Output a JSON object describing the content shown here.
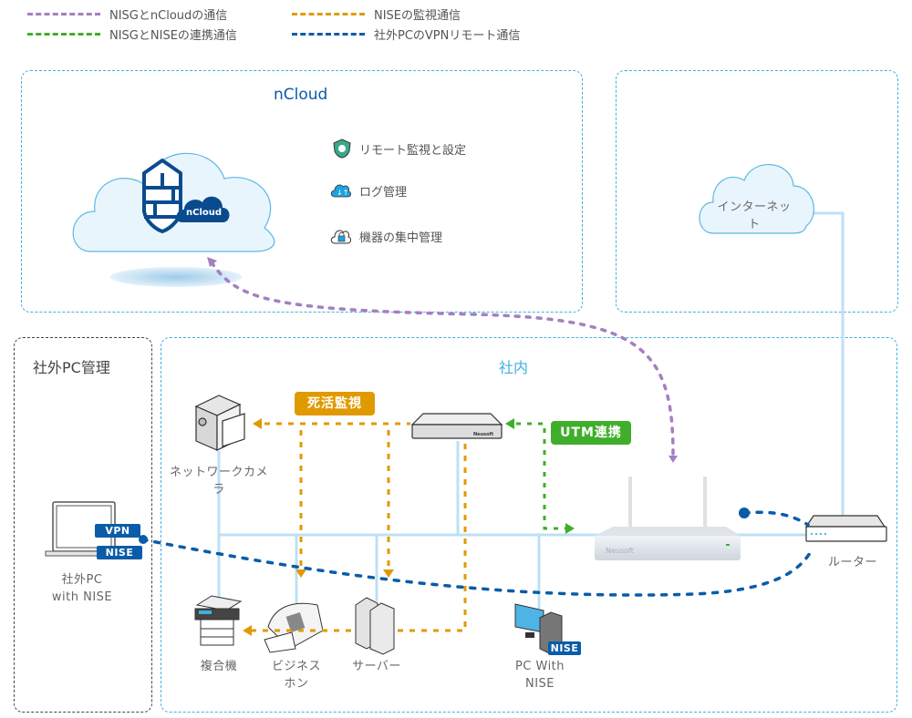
{
  "legend": [
    {
      "label": "NISGとnCloudの通信",
      "color": "#a57fc0"
    },
    {
      "label": "NISEの監視通信",
      "color": "#e09a00"
    },
    {
      "label": "NISGとNISEの連携通信",
      "color": "#3fae2a"
    },
    {
      "label": "社外PCのVPNリモート通信",
      "color": "#0a5ca8"
    }
  ],
  "zones": {
    "ncloud": {
      "title": "nCloud",
      "color": "#0a5ca8"
    },
    "internet_zone": {
      "title": ""
    },
    "external": {
      "title": "社外PC管理"
    },
    "internal": {
      "title": "社内",
      "color": "#3fb0e0"
    }
  },
  "ncloud": {
    "logo_text": "nCloud",
    "features": [
      {
        "icon": "shield-search-icon",
        "label": "リモート監視と設定"
      },
      {
        "icon": "cloud-sync-icon",
        "label": "ログ管理"
      },
      {
        "icon": "cloud-lock-icon",
        "label": "機器の集中管理"
      }
    ]
  },
  "internet": {
    "label": "インターネット"
  },
  "devices": {
    "router": "ルーター",
    "camera": "ネットワークカメラ",
    "mfp": "複合機",
    "business_phone": "ビジネス\nホン",
    "server": "サーバー",
    "pc_with_nise": "PC With\nNISE",
    "external_pc": "社外PC\nwith NISE",
    "nise_appliance_brand": "Neusoft",
    "nisg_brand": "Neusoft"
  },
  "tags": {
    "alive_monitoring": "死活監視",
    "utm_link": "UTM連携"
  },
  "badges": {
    "vpn": "VPN",
    "nise": "NISE",
    "pc_nise": "NISE"
  },
  "colors": {
    "zone_border": "#3fb0e0",
    "lan_line": "#bde0f5",
    "purple": "#a57fc0",
    "orange": "#e09a00",
    "green": "#3fae2a",
    "blue": "#0a5ca8"
  }
}
